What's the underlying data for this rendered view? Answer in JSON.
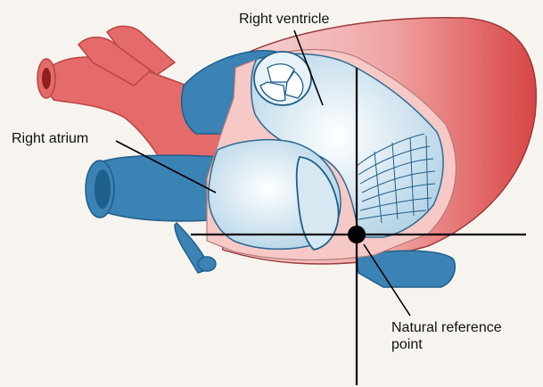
{
  "diagram": {
    "labels": {
      "right_ventricle": "Right ventricle",
      "right_atrium": "Right atrium",
      "natural_reference_point_line1": "Natural reference",
      "natural_reference_point_line2": "point"
    },
    "colors": {
      "background": "#f7f4ef",
      "vessel_blue": "#3b82b5",
      "vessel_blue_dark": "#1f5f8b",
      "artery_red": "#e56a6a",
      "myocardium_pink": "#f6c9c6",
      "chamber_light": "#d7e8f2",
      "crosshair": "#000000"
    }
  }
}
